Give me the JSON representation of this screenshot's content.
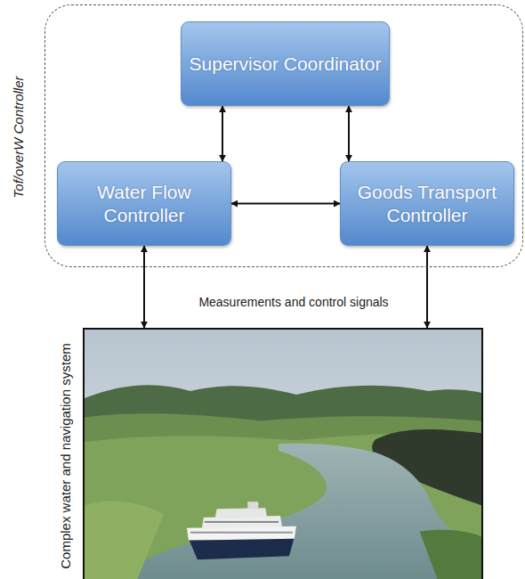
{
  "diagram": {
    "nodes": [
      {
        "text": [
          "Tof/overW Controller"
        ]
      },
      {
        "text": [
          "Supervisor Coordinator"
        ],
        "in": 0
      },
      {
        "text": [
          "Water Flow Controller"
        ],
        "in": 0
      },
      {
        "text": [
          "Goods Transport Controller"
        ],
        "in": 0
      },
      {
        "text": [
          "Complex water and navigation system"
        ]
      }
    ],
    "edges": [
      {
        "from": 1,
        "to": 2,
        "arrow": "both"
      },
      {
        "from": 1,
        "to": 3,
        "arrow": "both"
      },
      {
        "from": 2,
        "to": 3,
        "arrow": "both"
      },
      {
        "from": 2,
        "to": 4,
        "arrow": "both"
      },
      {
        "from": 3,
        "to": 4,
        "arrow": "both"
      }
    ],
    "labels": [
      "Measurements and control signals"
    ]
  }
}
